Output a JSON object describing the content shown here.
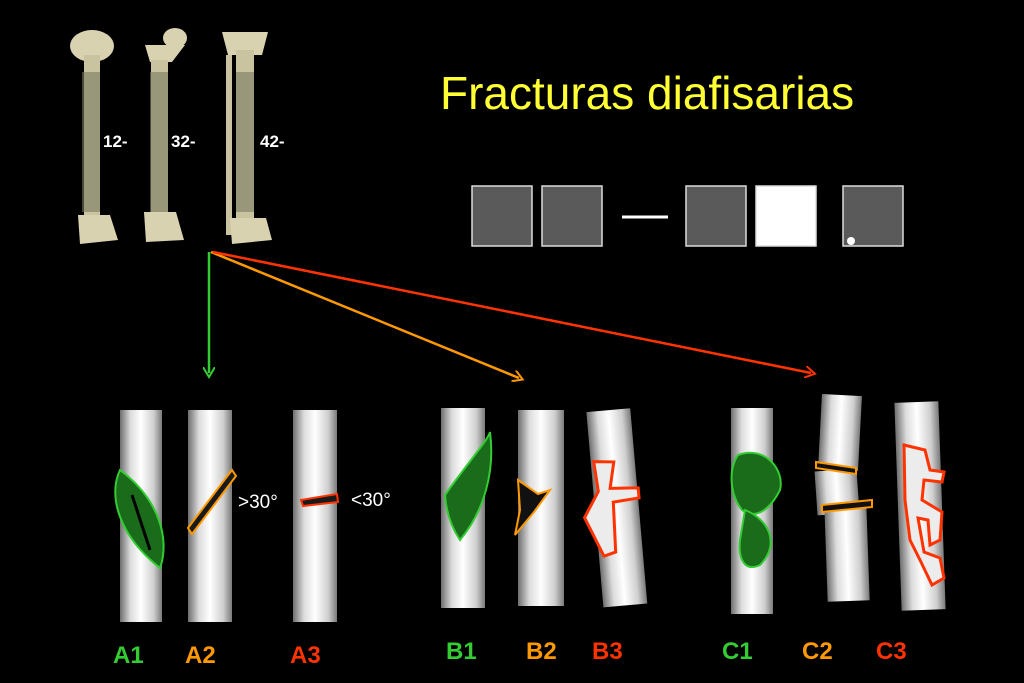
{
  "title": "Fracturas diafisarias",
  "bone_labels": [
    "12-",
    "32-",
    "42-"
  ],
  "angles": {
    "a2": ">30°",
    "a3": "<30°"
  },
  "groups": [
    {
      "label": "A1",
      "color": "#33cc33"
    },
    {
      "label": "A2",
      "color": "#ff9900"
    },
    {
      "label": "A3",
      "color": "#ff3300"
    },
    {
      "label": "B1",
      "color": "#33cc33"
    },
    {
      "label": "B2",
      "color": "#ff9900"
    },
    {
      "label": "B3",
      "color": "#ff3300"
    },
    {
      "label": "C1",
      "color": "#33cc33"
    },
    {
      "label": "C2",
      "color": "#ff9900"
    },
    {
      "label": "C3",
      "color": "#ff3300"
    }
  ],
  "colors": {
    "title": "#ffff33",
    "green": "#33cc33",
    "orange": "#ff9900",
    "red": "#ff3300",
    "code_box": "#5a5a5a",
    "code_box_highlight": "#ffffff"
  },
  "icons": [
    "humerus-icon",
    "femur-icon",
    "tibia-fibula-icon",
    "fracture-arrow-icon"
  ]
}
